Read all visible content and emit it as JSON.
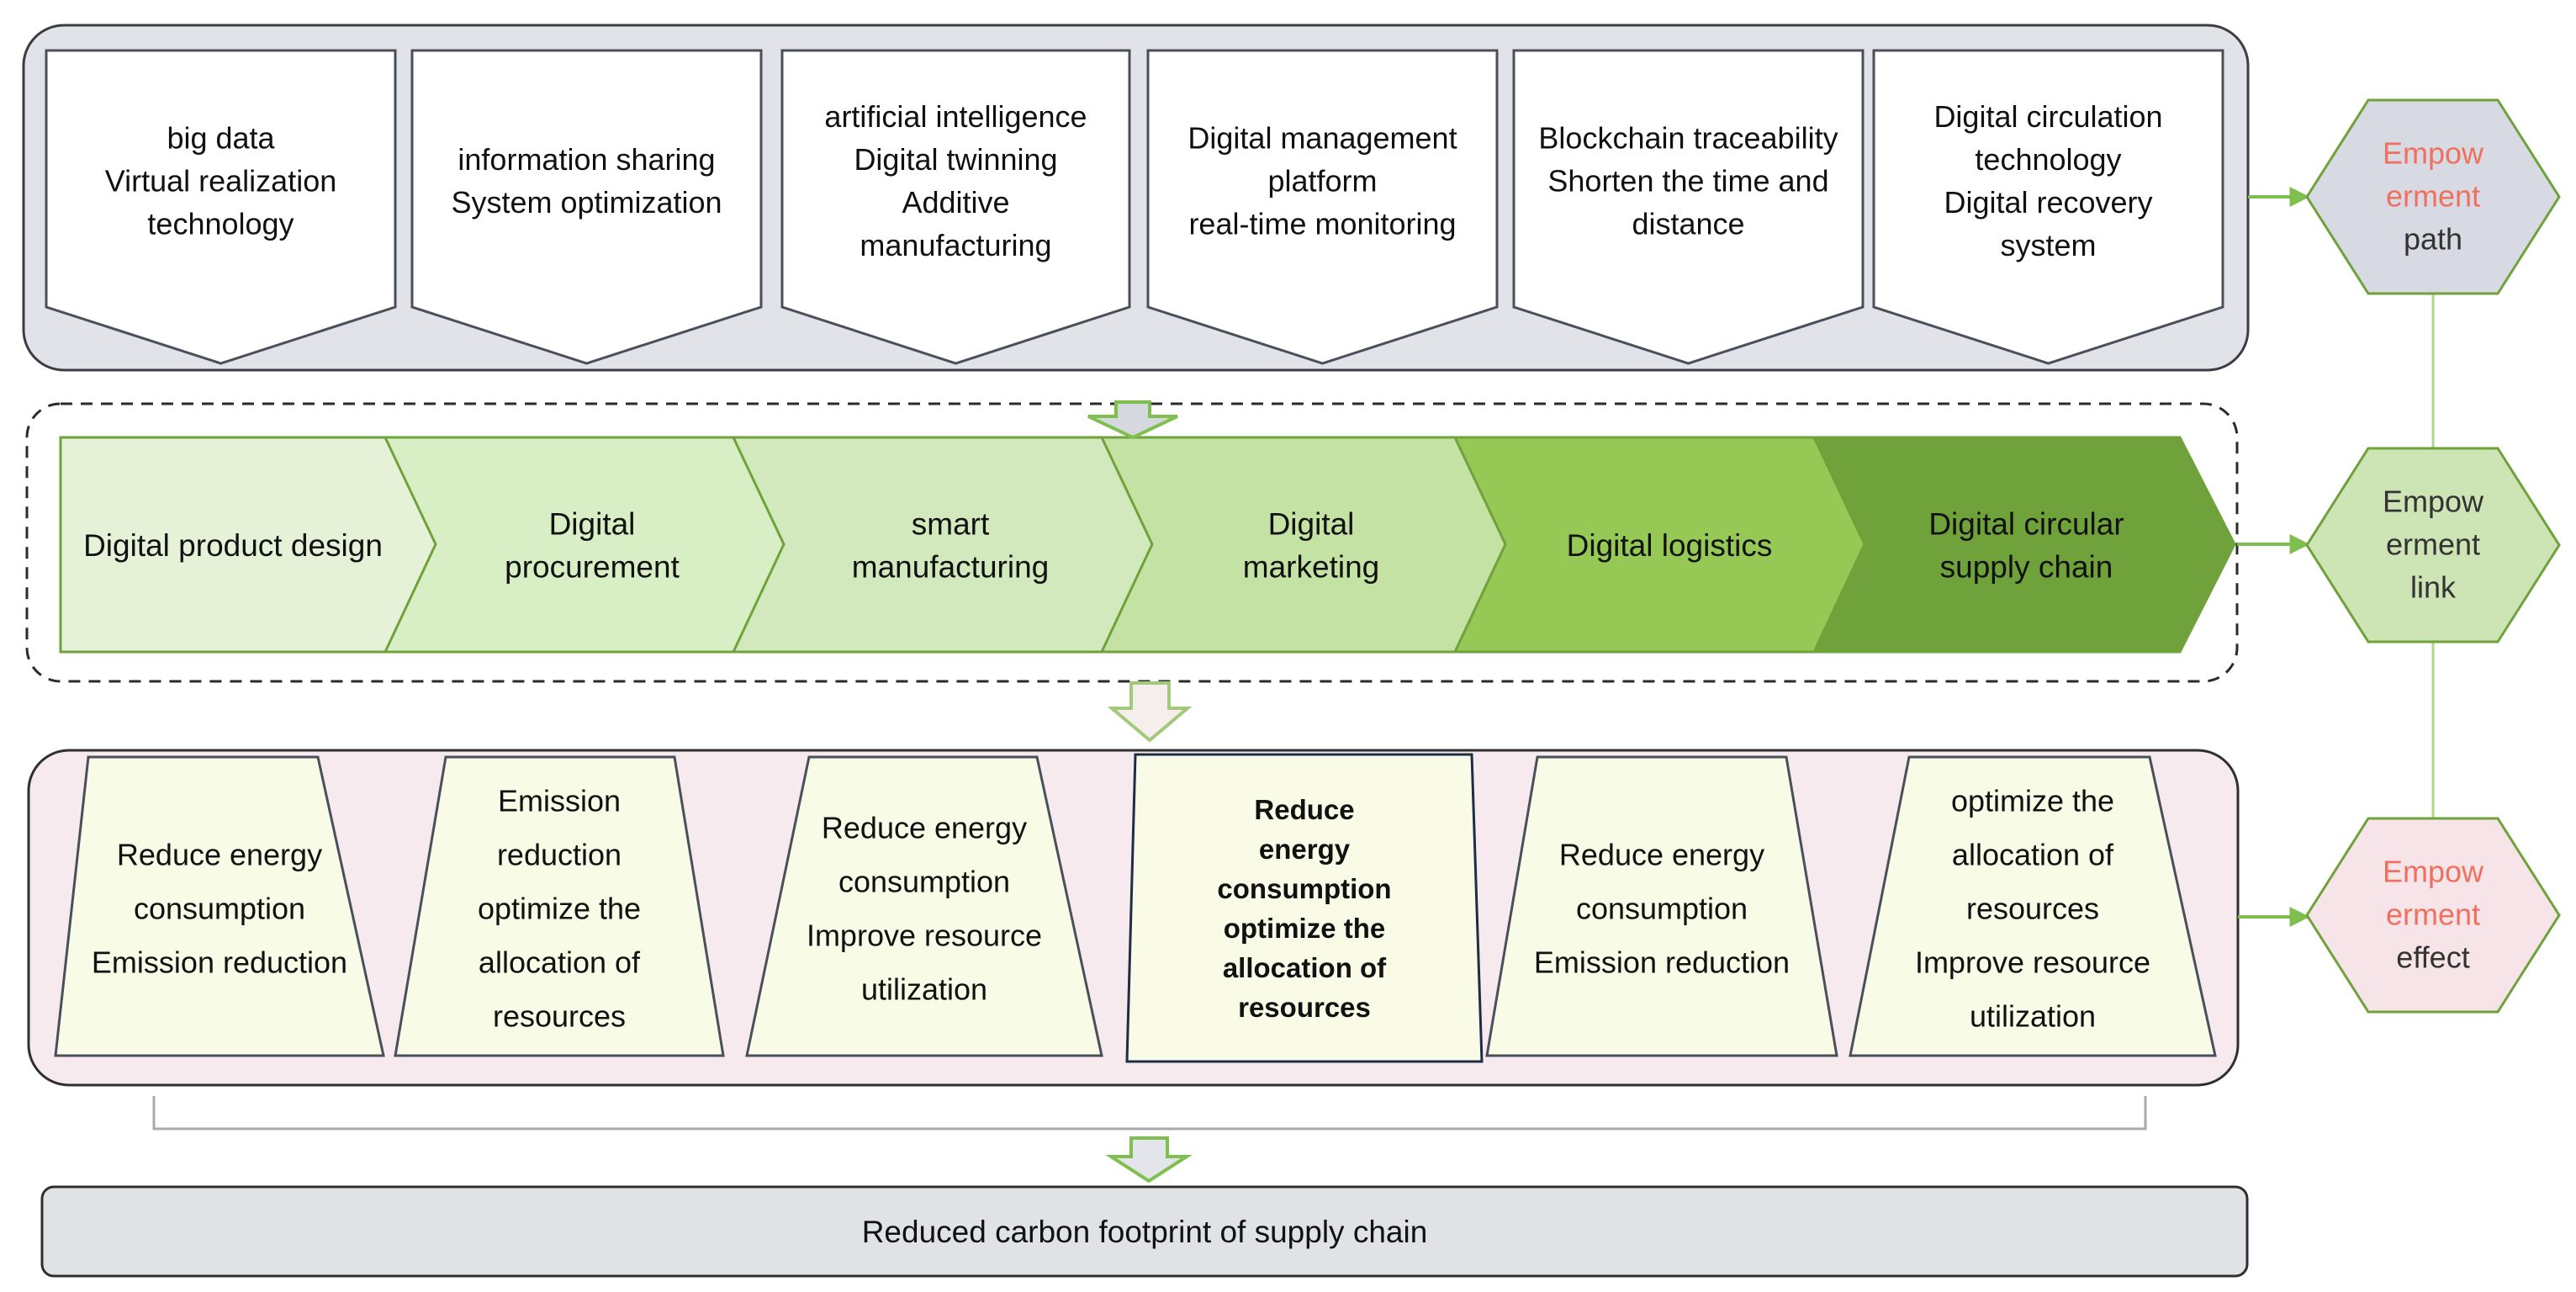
{
  "title": "",
  "technologies": [
    {
      "lines": [
        "big data",
        "Virtual realization",
        "technology"
      ]
    },
    {
      "lines": [
        "information sharing",
        "System optimization"
      ]
    },
    {
      "lines": [
        "artificial intelligence",
        "Digital twinning",
        "Additive",
        "manufacturing"
      ]
    },
    {
      "lines": [
        "Digital management",
        "platform",
        "real-time monitoring"
      ]
    },
    {
      "lines": [
        "Blockchain traceability",
        "Shorten the time and",
        "distance"
      ]
    },
    {
      "lines": [
        "Digital circulation",
        "technology",
        "Digital recovery",
        "system"
      ]
    }
  ],
  "stages": [
    {
      "lines": [
        "Digital product design"
      ],
      "color": "#e6f2d8"
    },
    {
      "lines": [
        "Digital",
        "procurement"
      ],
      "color": "#d8eec4"
    },
    {
      "lines": [
        "smart",
        "manufacturing"
      ],
      "color": "#d1e9bc"
    },
    {
      "lines": [
        "Digital",
        "marketing"
      ],
      "color": "#c3e2a4"
    },
    {
      "lines": [
        "Digital logistics"
      ],
      "color": "#96c855"
    },
    {
      "lines": [
        "Digital circular",
        "supply chain"
      ],
      "color": "#6fa23a"
    }
  ],
  "effects": [
    {
      "lines": [
        "Reduce energy",
        "consumption",
        "Emission reduction"
      ],
      "bold": false
    },
    {
      "lines": [
        "Emission",
        "reduction",
        "optimize the",
        "allocation of",
        "resources"
      ],
      "bold": false
    },
    {
      "lines": [
        "Reduce energy",
        "consumption",
        "Improve resource",
        "utilization"
      ],
      "bold": false
    },
    {
      "lines": [
        "Reduce",
        "energy",
        "consumption",
        "optimize the",
        "allocation of",
        "resources"
      ],
      "bold": true
    },
    {
      "lines": [
        "Reduce energy",
        "consumption",
        "Emission reduction"
      ],
      "bold": false
    },
    {
      "lines": [
        "optimize the",
        "allocation of",
        "resources",
        "Improve resource",
        "utilization"
      ],
      "bold": false
    }
  ],
  "hexagons": [
    {
      "accent": [
        "Empow",
        "erment"
      ],
      "rest": [
        "path"
      ],
      "fill": "#d7dae3"
    },
    {
      "accent": [],
      "rest": [
        "Empow",
        "erment",
        "link"
      ],
      "fill": "#cde4b5"
    },
    {
      "accent": [
        "Empow",
        "erment"
      ],
      "rest": [
        "effect"
      ],
      "fill": "#f6e4e8"
    }
  ],
  "result": "Reduced carbon footprint of supply chain",
  "colors": {
    "tech_panel": "#e2e3e8",
    "effect_panel": "#f7eaee",
    "effect_shape": "#f8fbe6",
    "accent_text": "#f07060",
    "connector_green": "#7fbf4d"
  }
}
